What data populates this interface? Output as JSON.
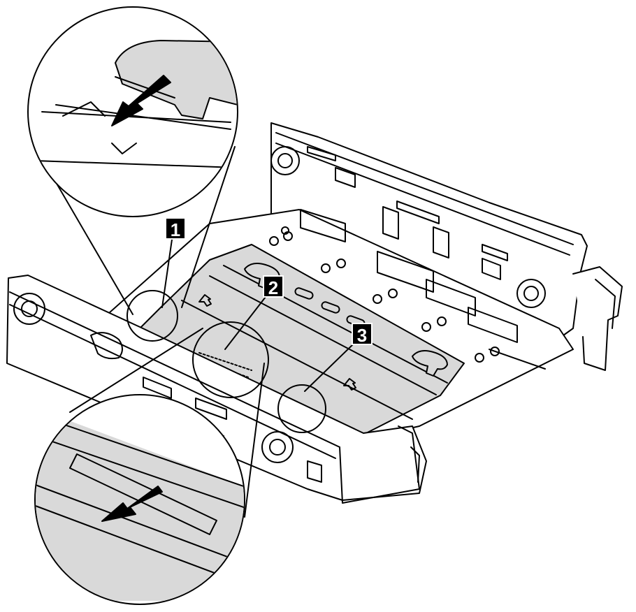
{
  "callouts": [
    {
      "label": "1"
    },
    {
      "label": "2"
    },
    {
      "label": "3"
    }
  ],
  "colors": {
    "line": "#000000",
    "fill_gray": "#d9d9d9",
    "fill_white": "#ffffff"
  }
}
